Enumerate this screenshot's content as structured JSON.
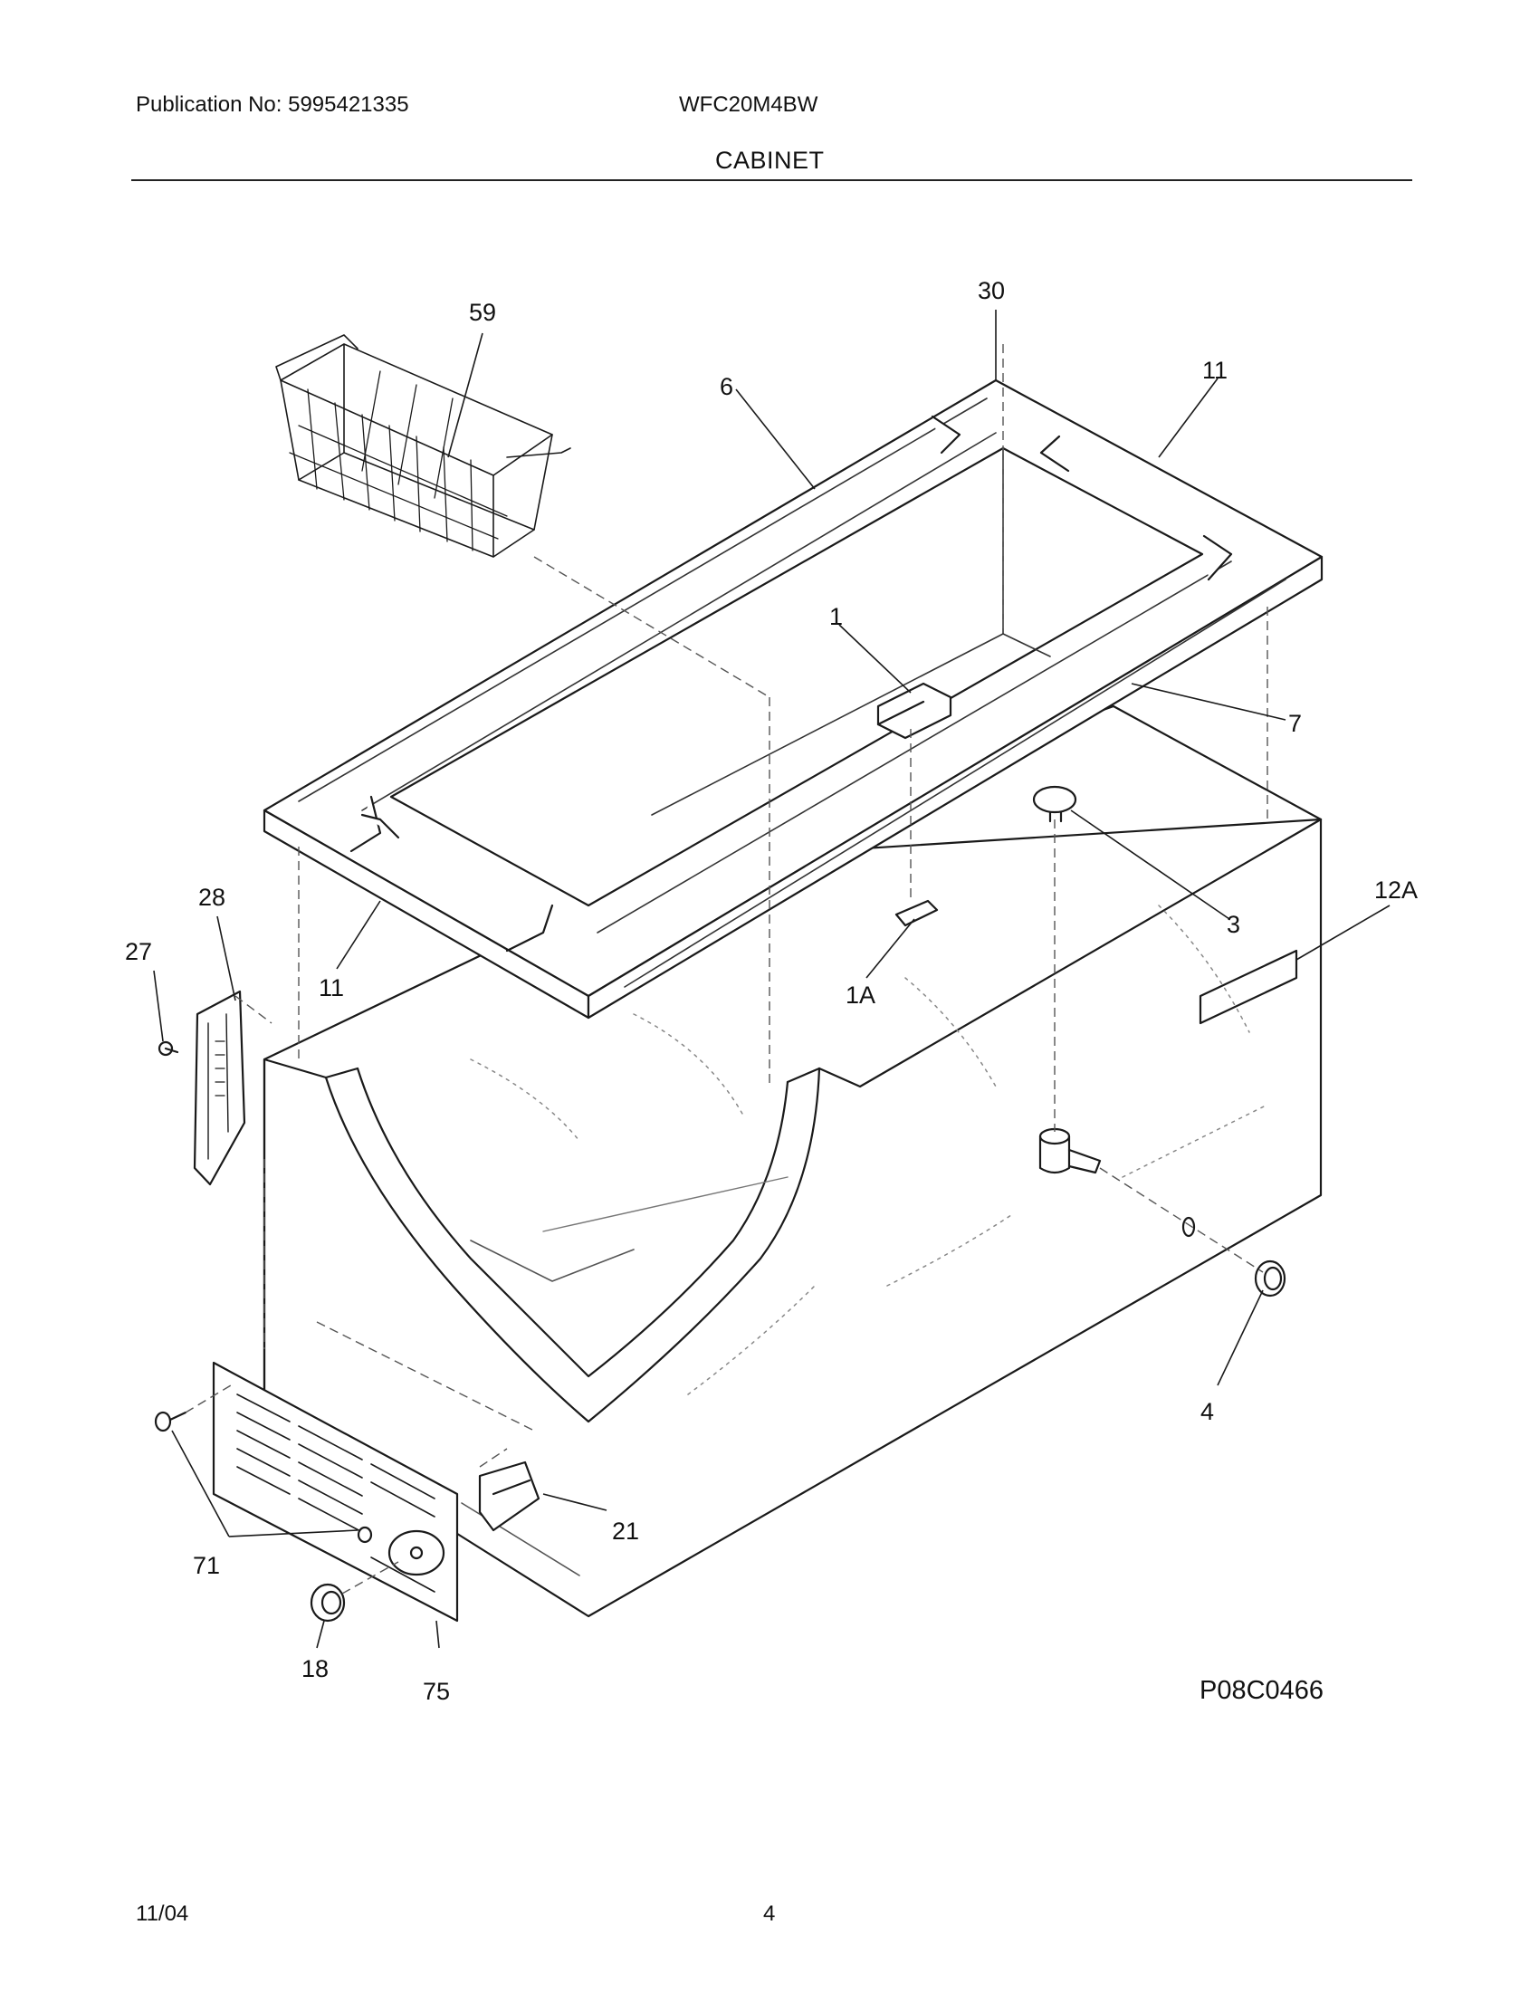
{
  "header": {
    "publication": "Publication No: 5995421335",
    "model": "WFC20M4BW",
    "section": "CABINET"
  },
  "diagram": {
    "callouts": {
      "c59": "59",
      "c30": "30",
      "c6": "6",
      "c11_top": "11",
      "c1": "1",
      "c7": "7",
      "c12A": "12A",
      "c3": "3",
      "c28": "28",
      "c27": "27",
      "c11_left": "11",
      "c1A": "1A",
      "c4": "4",
      "c21": "21",
      "c71": "71",
      "c18": "18",
      "c75": "75"
    },
    "drawing_code": "P08C0466"
  },
  "footer": {
    "date": "11/04",
    "page": "4"
  }
}
